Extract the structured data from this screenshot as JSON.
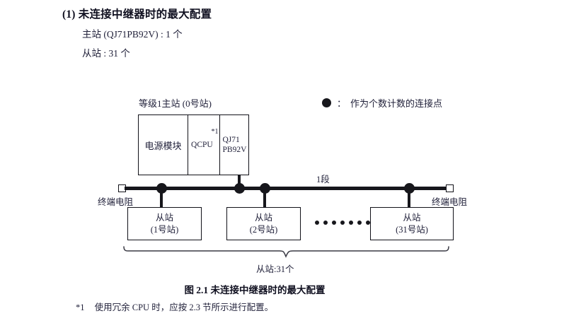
{
  "heading": {
    "section_number": "(1)",
    "section_title": "未连接中继器时的最大配置",
    "specs": [
      "主站 (QJ71PB92V) : 1 个",
      "从站 : 31 个"
    ]
  },
  "legend": {
    "marker_icon": "filled-circle-icon",
    "colon": "：",
    "text": "作为个数计数的连接点"
  },
  "master": {
    "label": "等级1主站 (0号站)",
    "modules": [
      {
        "name": "电源模块",
        "footnote": ""
      },
      {
        "name": "QCPU",
        "footnote": "*1"
      },
      {
        "name_line1": "QJ71",
        "name_line2": "PB92V",
        "footnote": ""
      }
    ]
  },
  "network": {
    "segment_label": "1段",
    "terminator_left_label": "终端电阻",
    "terminator_right_label": "终端电阻",
    "node_count": 4
  },
  "slaves": [
    {
      "title": "从站",
      "station": "(1号站)"
    },
    {
      "title": "从站",
      "station": "(2号站)"
    },
    {
      "title": "从站",
      "station": "(31号站)"
    }
  ],
  "ellipsis_dots": 7,
  "brace": {
    "label": "从站:31个"
  },
  "caption": "图 2.1  未连接中继器时的最大配置",
  "footnote": {
    "mark": "*1",
    "text": "使用冗余 CPU 时，应按 2.3 节所示进行配置。"
  },
  "colors": {
    "ink": "#17171c",
    "text": "#22223b",
    "paper": "#ffffff"
  }
}
